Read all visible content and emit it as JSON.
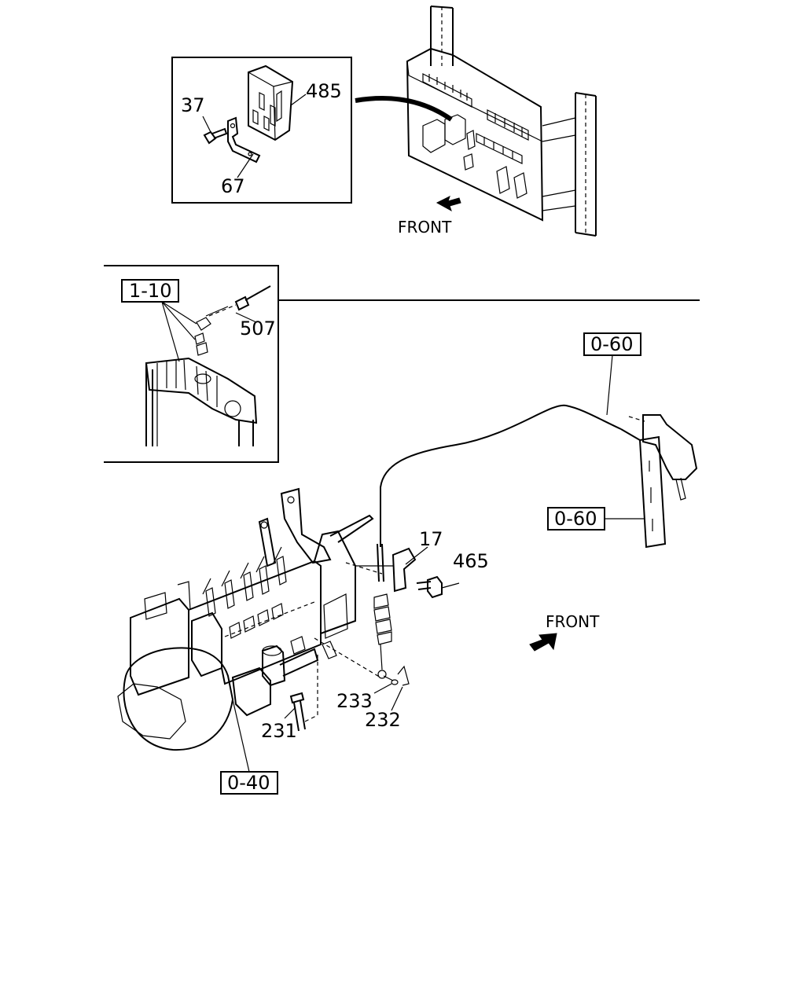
{
  "labels": {
    "inset_top": {
      "p37": "37",
      "p485": "485",
      "p67": "67"
    },
    "top_front": "FRONT",
    "inset_left": {
      "ref_1_10": "1-10",
      "p507": "507"
    },
    "main": {
      "ref_0_60_top": "0-60",
      "ref_0_60_mid": "0-60",
      "p17": "17",
      "p465": "465",
      "front": "FRONT",
      "p233": "233",
      "p232": "232",
      "p231": "231",
      "ref_0_40": "0-40"
    }
  },
  "icons": {
    "front_arrow_top": "arrow-down-left-icon",
    "front_arrow_main": "arrow-up-right-icon"
  }
}
